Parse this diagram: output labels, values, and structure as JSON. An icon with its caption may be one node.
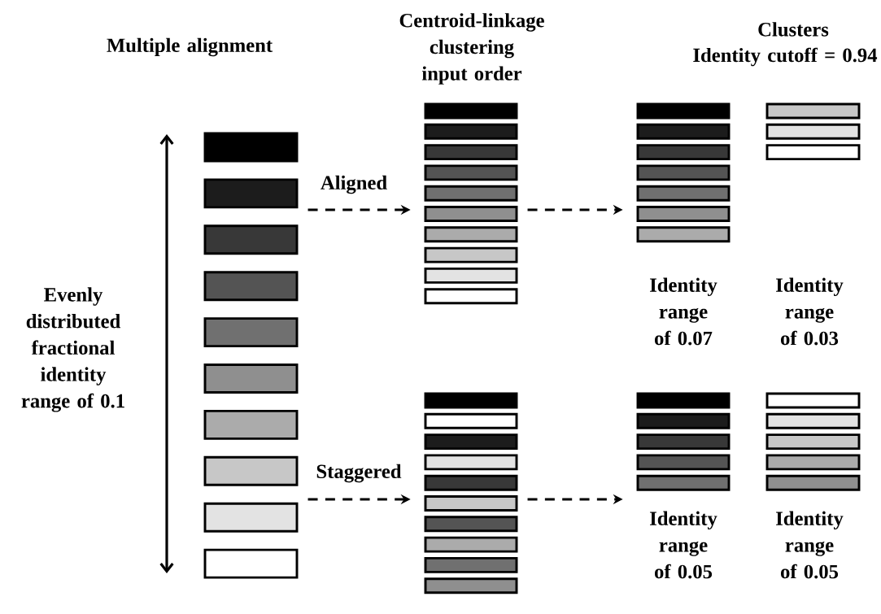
{
  "diagram": {
    "nodes": [
      {
        "text": [],
        "shape": "bar"
      },
      {
        "text": [],
        "shape": "bar"
      },
      {
        "text": [],
        "shape": "bar"
      },
      {
        "text": [],
        "shape": "bar",
        "beside": [
          "Identity range of 0.07"
        ]
      },
      {
        "text": [],
        "shape": "bar"
      },
      {
        "text": [],
        "shape": "bar",
        "beside": [
          "Identity range of 0.05"
        ]
      },
      {
        "text": [],
        "shape": "bar",
        "beside": [
          "Identity range of 0.05"
        ]
      }
    ],
    "edges": [
      {
        "from": 0,
        "to": 1,
        "arrow": "to",
        "label": "Aligned",
        "style": "dashed"
      },
      {
        "from": 1,
        "to": 3,
        "arrow": "to",
        "style": "dashed"
      },
      {
        "from": 0,
        "to": 2,
        "arrow": "to",
        "label": "Staggered",
        "style": "dashed"
      },
      {
        "from": 2,
        "to": 5,
        "arrow": "to",
        "style": "dashed"
      }
    ],
    "labels": [
      "Multiple alignment",
      "Centroid-linkage clustering input order",
      "Clusters",
      "Identity cutoff = 0.94",
      "Identity range of 0.03",
      "Evenly distributed fractional identity range of 0.1"
    ]
  }
}
